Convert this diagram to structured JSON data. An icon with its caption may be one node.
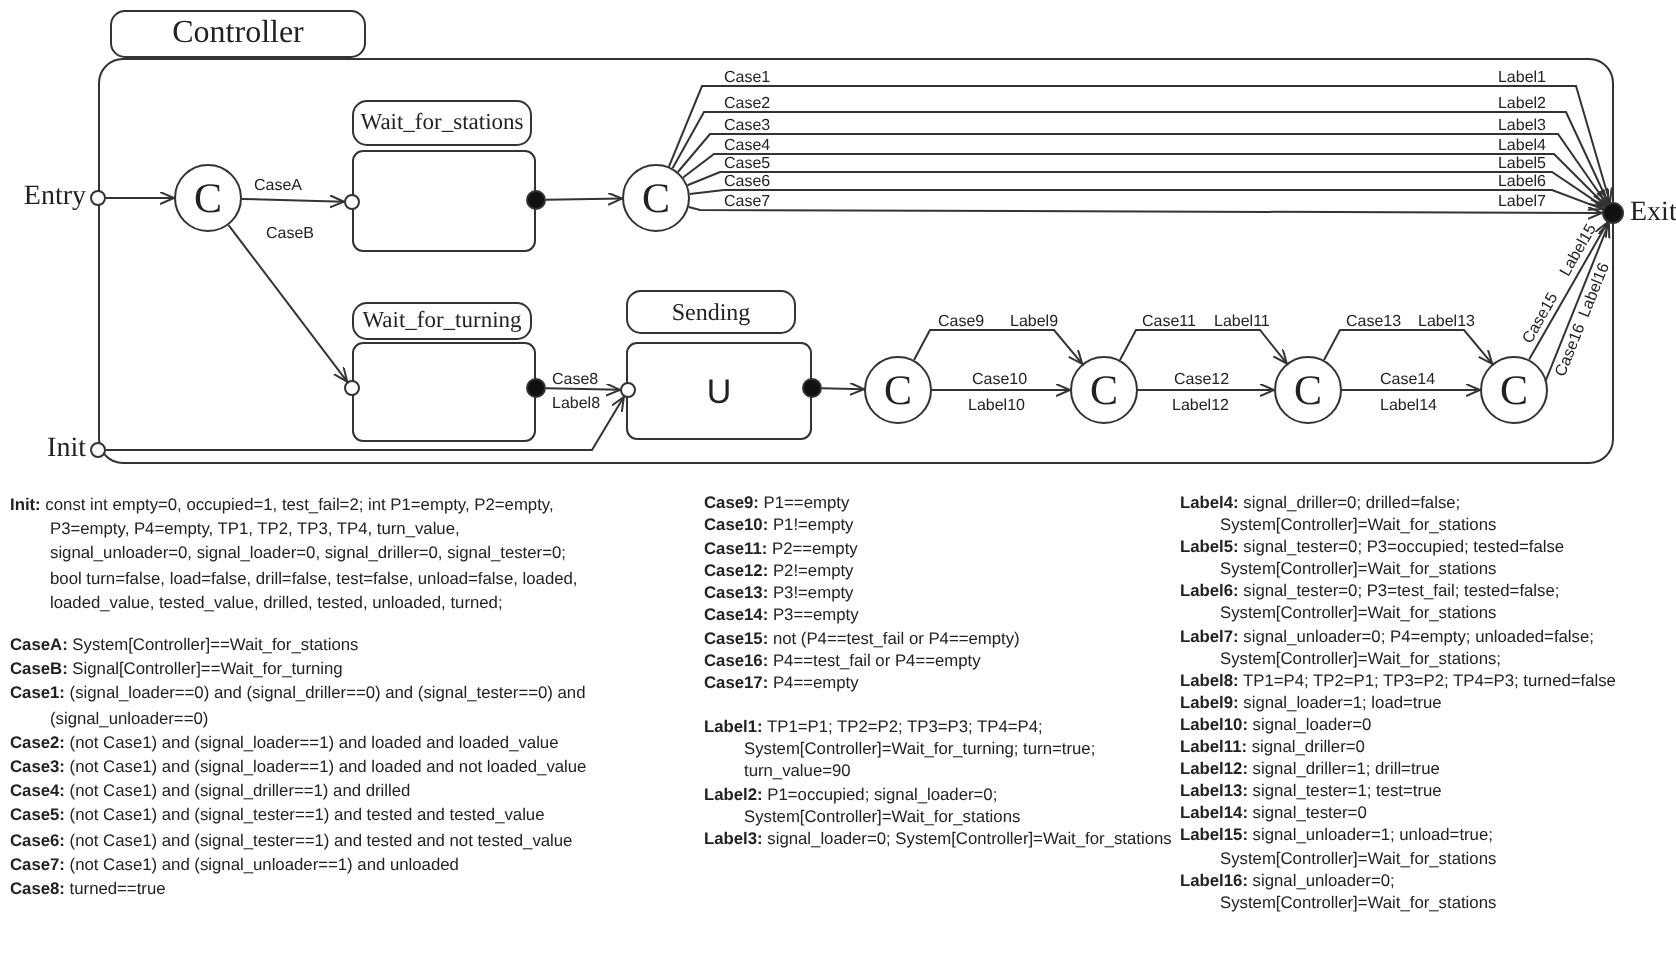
{
  "diagram": {
    "nodes": [
      {
        "text": [
          "Controller"
        ]
      },
      {
        "text": [],
        "shape": "circle",
        "beside": [
          "Entry"
        ]
      },
      {
        "text": [],
        "shape": "circle",
        "beside": [
          "Init"
        ]
      },
      {
        "text": [
          "C"
        ],
        "in": 0
      },
      {
        "text": [
          "Wait_for_stations"
        ],
        "in": 0
      },
      {
        "text": [],
        "shape": "circle",
        "in": 0
      },
      {
        "text": [],
        "shape": "circle",
        "in": 0
      },
      {
        "text": [
          "C"
        ],
        "in": 0
      },
      {
        "text": [
          "Wait_for_turning"
        ],
        "in": 0
      },
      {
        "text": [],
        "shape": "circle",
        "in": 0
      },
      {
        "text": [],
        "shape": "circle",
        "in": 0
      },
      {
        "text": [
          "Sending",
          "U"
        ],
        "in": 0
      },
      {
        "text": [],
        "shape": "circle",
        "in": 0
      },
      {
        "text": [],
        "shape": "circle",
        "in": 0
      },
      {
        "text": [
          "C"
        ],
        "in": 0
      },
      {
        "text": [
          "C"
        ],
        "in": 0
      },
      {
        "text": [
          "C"
        ],
        "in": 0
      },
      {
        "text": [
          "C"
        ],
        "in": 0
      },
      {
        "text": [],
        "shape": "circle",
        "beside": [
          "Exit"
        ]
      }
    ],
    "edges": [
      {
        "from": 1,
        "to": 3,
        "arrow": "to"
      },
      {
        "from": 3,
        "to": 5,
        "arrow": "to",
        "label": "CaseA"
      },
      {
        "from": 3,
        "to": 9,
        "arrow": "to",
        "label": "CaseB"
      },
      {
        "from": 6,
        "to": 7,
        "arrow": "to"
      },
      {
        "from": 7,
        "to": 18,
        "arrow": "to",
        "label": "Case1"
      },
      {
        "from": 7,
        "to": 18,
        "arrow": "to",
        "label": "Case2"
      },
      {
        "from": 7,
        "to": 18,
        "arrow": "to",
        "label": "Case3"
      },
      {
        "from": 7,
        "to": 18,
        "arrow": "to",
        "label": "Case4"
      },
      {
        "from": 7,
        "to": 18,
        "arrow": "to",
        "label": "Case5"
      },
      {
        "from": 7,
        "to": 18,
        "arrow": "to",
        "label": "Case6"
      },
      {
        "from": 7,
        "to": 18,
        "arrow": "to",
        "label": "Case7"
      },
      {
        "from": 10,
        "to": 12,
        "arrow": "to",
        "label": "Case8"
      },
      {
        "from": 2,
        "to": 12,
        "arrow": "to"
      },
      {
        "from": 13,
        "to": 14,
        "arrow": "to"
      },
      {
        "from": 14,
        "to": 15,
        "arrow": "to",
        "label": "Case9"
      },
      {
        "from": 14,
        "to": 15,
        "arrow": "to",
        "label": "Case10"
      },
      {
        "from": 15,
        "to": 16,
        "arrow": "to",
        "label": "Case11"
      },
      {
        "from": 15,
        "to": 16,
        "arrow": "to",
        "label": "Case12"
      },
      {
        "from": 16,
        "to": 17,
        "arrow": "to",
        "label": "Case13"
      },
      {
        "from": 16,
        "to": 17,
        "arrow": "to",
        "label": "Case14"
      },
      {
        "from": 17,
        "to": 18,
        "arrow": "to",
        "label": "Case15"
      },
      {
        "from": 17,
        "to": 18,
        "arrow": "to",
        "label": "Case16"
      }
    ],
    "labels": [
      "Label1",
      "Label2",
      "Label3",
      "Label4",
      "Label5",
      "Label6",
      "Label7",
      "Label8",
      "Label9",
      "Label10",
      "Label11",
      "Label12",
      "Label13",
      "Label14",
      "Label15",
      "Label16",
      "**Init:** const int empty=0, occupied=1, test_fail=2; int P1=empty, P2=empty, P3=empty, P4=empty, TP1, TP2, TP3, TP4, turn_value, signal_unloader=0, signal_loader=0, signal_driller=0, signal_tester=0; bool turn=false, load=false, drill=false, test=false, unload=false, loaded, loaded_value, tested_value, drilled, tested, unloaded, turned;",
      "**CaseA:** System[Controller]==Wait_for_stations",
      "**CaseB:** Signal[Controller]==Wait_for_turning",
      "**Case1:** (signal_loader==0) and (signal_driller==0) and (signal_tester==0) and (signal_unloader==0)",
      "**Case2:** (not Case1) and (signal_loader==1) and loaded and loaded_value",
      "**Case3:** (not Case1) and (signal_loader==1) and loaded and not loaded_value",
      "**Case4:** (not Case1) and (signal_driller==1) and drilled",
      "**Case5:** (not Case1) and (signal_tester==1) and tested and tested_value",
      "**Case6:** (not Case1) and (signal_tester==1) and tested and not tested_value",
      "**Case7:** (not Case1) and (signal_unloader==1) and unloaded",
      "**Case8:** turned==true",
      "**Case9:** P1==empty",
      "**Case10:** P1!=empty",
      "**Case11:** P2==empty",
      "**Case12:** P2!=empty",
      "**Case13:** P3!=empty",
      "**Case14:** P3==empty",
      "**Case15:** not (P4==test_fail or P4==empty)",
      "**Case16:** P4==test_fail or P4==empty",
      "**Case17:** P4==empty",
      "**Label1:** TP1=P1; TP2=P2; TP3=P3; TP4=P4; System[Controller]=Wait_for_turning; turn=true; turn_value=90",
      "**Label2:** P1=occupied; signal_loader=0; System[Controller]=Wait_for_stations",
      "**Label3:** signal_loader=0; System[Controller]=Wait_for_stations",
      "**Label4:** signal_driller=0; drilled=false; System[Controller]=Wait_for_stations",
      "**Label5:** signal_tester=0; P3=occupied; tested=false System[Controller]=Wait_for_stations",
      "**Label6:** signal_tester=0; P3=test_fail; tested=false; System[Controller]=Wait_for_stations",
      "**Label7:** signal_unloader=0; P4=empty; unloaded=false; System[Controller]=Wait_for_stations;",
      "**Label8:** TP1=P4; TP2=P1; TP3=P2; TP4=P3; turned=false",
      "**Label9:** signal_loader=1; load=true",
      "**Label10:** signal_loader=0",
      "**Label11:** signal_driller=0",
      "**Label12:** signal_driller=1; drill=true",
      "**Label13:** signal_tester=1; test=true",
      "**Label14:** signal_tester=0",
      "**Label15:** signal_unloader=1; unload=true; System[Controller]=Wait_for_stations",
      "**Label16:** signal_unloader=0; System[Controller]=Wait_for_stations"
    ]
  }
}
